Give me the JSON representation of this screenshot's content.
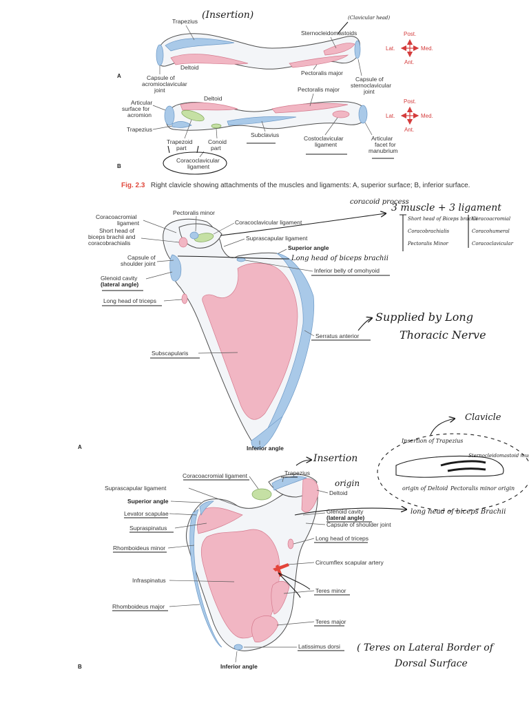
{
  "figure": {
    "caption_number": "Fig. 2.3",
    "caption_text": "Right clavicle showing attachments of the muscles and ligaments: A, superior surface; B, inferior surface.",
    "colors": {
      "muscle_origin": "#f1b6c3",
      "muscle_insertion": "#a9c9e8",
      "ligament": "#c5e0a4",
      "direction_arrows": "#d43c3c",
      "artery": "#e4453a"
    }
  },
  "clavicle_a": {
    "panel": "A",
    "labels": {
      "trapezius": "Trapezius",
      "sternocleidomastoids": "Sternocleidomastoids",
      "deltoid": "Deltoid",
      "pectoralis_major": "Pectoralis major",
      "capsule_acromio": "Capsule of acromioclavicular joint",
      "capsule_sterno": "Capsule of sternoclavicular joint"
    },
    "directions": {
      "top": "Post.",
      "left": "Lat.",
      "right": "Med.",
      "bottom": "Ant."
    }
  },
  "clavicle_b": {
    "panel": "B",
    "labels": {
      "articular_acromion": "Articular surface for acromion",
      "deltoid": "Deltoid",
      "pectoralis_major": "Pectoralis major",
      "trapezius": "Trapezius",
      "subclavius": "Subclavius",
      "trapezoid_part": "Trapezoid part",
      "conoid_part": "Conoid part",
      "costoclavicular": "Costoclavicular ligament",
      "articular_manubrium": "Articular facet for manubrium",
      "coracoclavicular": "Coracoclavicular ligament"
    },
    "directions": {
      "top": "Post.",
      "left": "Lat.",
      "right": "Med.",
      "bottom": "Ant."
    }
  },
  "scapula_a": {
    "panel": "A",
    "labels": {
      "coracoacromial": "Coracoacromial ligament",
      "pectoralis_minor": "Pectoralis minor",
      "coracoclavicular": "Coracoclavicular ligament",
      "short_head": "Short head of biceps brachii and coracobrachialis",
      "suprascapular": "Suprascapular ligament",
      "superior_angle": "Superior angle",
      "capsule_shoulder": "Capsule of shoulder joint",
      "glenoid_cavity": "Glenoid cavity",
      "lateral_angle": "(lateral angle)",
      "inferior_omohyoid": "Inferior belly of omohyoid",
      "long_head_triceps": "Long head of triceps",
      "serratus_anterior": "Serratus anterior",
      "subscapularis": "Subscapularis",
      "inferior_angle": "Inferior angle"
    }
  },
  "scapula_b": {
    "panel": "B",
    "labels": {
      "coracoacromial": "Coracoacromial ligament",
      "trapezius": "Trapezius",
      "deltoid": "Deltoid",
      "suprascapular": "Suprascapular ligament",
      "superior_angle": "Superior angle",
      "glenoid_cavity": "Glenoid cavity",
      "lateral_angle": "(lateral angle)",
      "levator_scapulae": "Levator scapulae",
      "capsule_shoulder": "Capsule of shoulder joint",
      "supraspinatus": "Supraspinatus",
      "long_head_triceps": "Long head of triceps",
      "rhomboideus_minor": "Rhomboideus minor",
      "circumflex_artery": "Circumflex scapular artery",
      "infraspinatus": "Infraspinatus",
      "teres_minor": "Teres minor",
      "rhomboideus_major": "Rhomboideus major",
      "teres_major": "Teres major",
      "latissimus_dorsi": "Latissimus dorsi",
      "inferior_angle": "Inferior angle"
    }
  },
  "handwritten": {
    "insertion_top": "(Insertion)",
    "clavicular_head": "(Clavicular head)",
    "coracoid_process": "coracoid process",
    "three_muscle": "3 muscle + 3 ligament",
    "muscles": [
      "Short head of Biceps brachii",
      "Coracobrachialis",
      "Pectoralis Minor"
    ],
    "ligaments": [
      "Coracoacromial",
      "Coracohumeral",
      "Coracoclavicular"
    ],
    "long_head_biceps_a": "Long head of biceps brachii",
    "supplied_1": "Supplied by Long",
    "supplied_2": "Thoracic Nerve",
    "clavicle": "Clavicle",
    "insertion_trapezius": "Insertion of Trapezius",
    "sternocleido_origin": "Sternocleidomastoid muscle (origin)",
    "origin_deltoid": "origin of Deltoid",
    "pectoralis_minor_origin": "Pectoralis minor origin",
    "insertion_b": "Insertion",
    "origin_b": "origin",
    "long_head_biceps_b": "long head of biceps Brachii",
    "teres_1": "( Teres on Lateral Border of",
    "teres_2": "Dorsal Surface"
  }
}
